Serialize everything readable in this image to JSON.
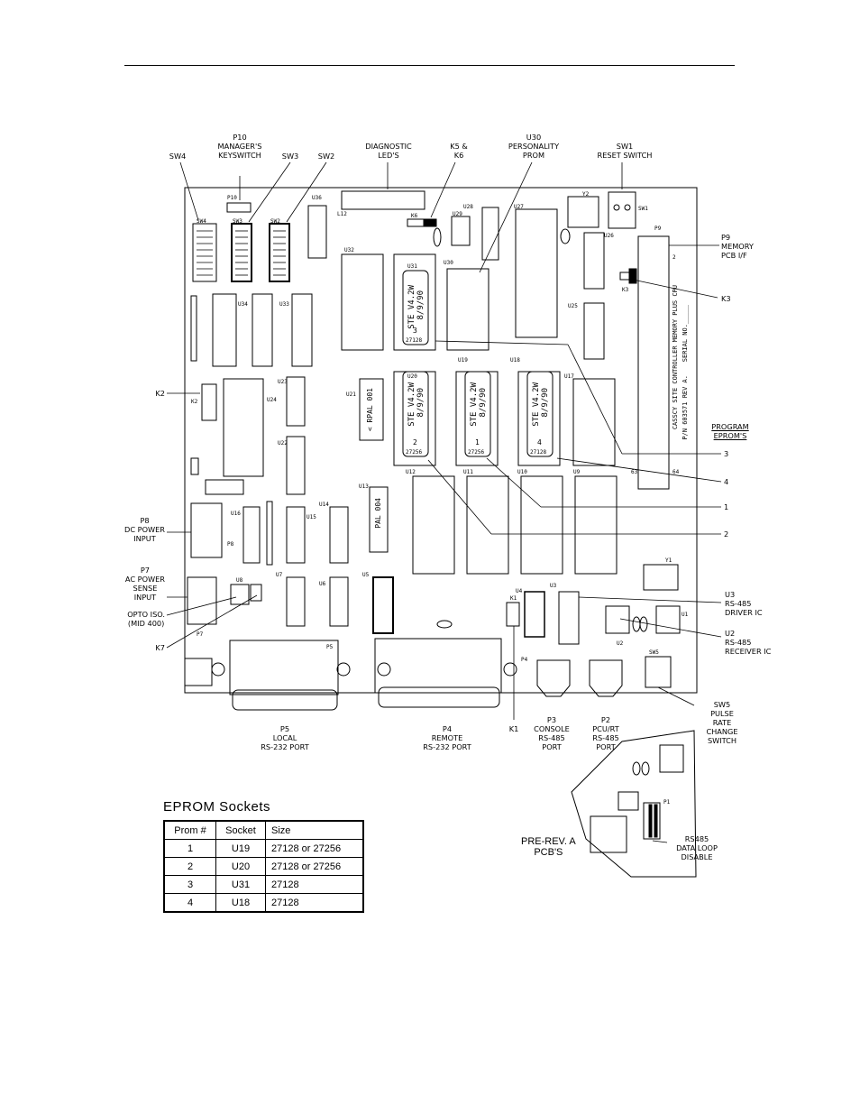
{
  "callouts": {
    "sw4": "SW4",
    "p10": [
      "P10",
      "MANAGER'S",
      "KEYSWITCH"
    ],
    "sw3": "SW3",
    "sw2": "SW2",
    "diag": [
      "DIAGNOSTIC",
      "LED'S"
    ],
    "k5k6": [
      "K5 &",
      "K6"
    ],
    "u30": [
      "U30",
      "PERSONALITY",
      "PROM"
    ],
    "sw1": [
      "SW1",
      "RESET SWITCH"
    ],
    "p9": [
      "P9",
      "MEMORY",
      "PCB I/F"
    ],
    "k3": "K3",
    "k2": "K2",
    "program": [
      "PROGRAM",
      "EPROM'S"
    ],
    "n3": "3",
    "n4": "4",
    "n1": "1",
    "n2": "2",
    "p8": [
      "P8",
      "DC POWER",
      "INPUT"
    ],
    "p7": [
      "P7",
      "AC POWER",
      "SENSE",
      "INPUT"
    ],
    "opto": [
      "OPTO ISO.",
      "(MID 400)"
    ],
    "k7": "K7",
    "u3": [
      "U3",
      "RS-485",
      "DRIVER IC"
    ],
    "u2": [
      "U2",
      "RS-485",
      "RECEIVER IC"
    ],
    "sw5": [
      "SW5",
      "PULSE",
      "RATE",
      "CHANGE",
      "SWITCH"
    ],
    "p5": [
      "P5",
      "LOCAL",
      "RS-232 PORT"
    ],
    "p4": [
      "P4",
      "REMOTE",
      "RS-232 PORT"
    ],
    "k1": "K1",
    "p3": [
      "P3",
      "CONSOLE",
      "RS-485",
      "PORT"
    ],
    "p2": [
      "P2",
      "PCU/RT",
      "RS-485",
      "PORT"
    ],
    "rs485": [
      "RS485",
      "DATA LOOP",
      "DISABLE"
    ]
  },
  "board": {
    "sw4": "SW4",
    "sw3": "SW3",
    "sw2": "SW2",
    "p10": "P10",
    "u36": "U36",
    "l12": "L12",
    "k6": "K6",
    "u28": "U28",
    "u29": "U29",
    "u27": "U27",
    "y2": "Y2",
    "sw1": "SW1",
    "u26": "U26",
    "p9": "P9",
    "k3": "K3",
    "u32": "U32",
    "u31": "U31",
    "u30": "U30",
    "u34": "U34",
    "u33": "U33",
    "u25": "U25",
    "u19": "U19",
    "u18": "U18",
    "u21": "U21",
    "u20": "U20",
    "u17": "U17",
    "u24": "U24",
    "u23": "U23",
    "u22": "U22",
    "k2": "K2",
    "u12": "U12",
    "u11": "U11",
    "u10": "U10",
    "u9": "U9",
    "u13": "U13",
    "u16": "U16",
    "u15": "U15",
    "u14": "U14",
    "p8": "P8",
    "u8": "U8",
    "u7": "U7",
    "u6": "U6",
    "u5": "U5",
    "p7": "P7",
    "p5": "P5",
    "p4": "P4",
    "u4": "U4",
    "k1": "K1",
    "u3": "U3",
    "u2": "U2",
    "u1": "U1",
    "y1": "Y1",
    "sw5": "SW5",
    "p1": "P1",
    "pin63": "63",
    "pin64": "64",
    "pin2": "2",
    "rpal": "< RPAL 001",
    "pal": "PAL 004",
    "u31_chip": [
      "STE V4.2W",
      "8/9/90",
      "3",
      "27128"
    ],
    "u20_chip": [
      "STE V4.2W",
      "8/9/90",
      "2",
      "27256"
    ],
    "u19_chip": [
      "STE V4.2W",
      "8/9/90",
      "1",
      "27256"
    ],
    "u18_chip": [
      "STE V4.2W",
      "8/9/90",
      "4",
      "27128"
    ],
    "silk": "CASSCY SITE CONTROLLER MEMORY PLUS CPU",
    "pn": "P/N 603571  REV A.",
    "serial": "SERIAL NO._____"
  },
  "eprom": {
    "title": "EPROM Sockets",
    "headers": [
      "Prom #",
      "Socket",
      "Size"
    ],
    "rows": [
      [
        "1",
        "U19",
        "27128  or  27256"
      ],
      [
        "2",
        "U20",
        "27128  or  27256"
      ],
      [
        "3",
        "U31",
        "27128"
      ],
      [
        "4",
        "U18",
        "27128"
      ]
    ]
  },
  "prerev": [
    "PRE-REV. A",
    "PCB'S"
  ]
}
